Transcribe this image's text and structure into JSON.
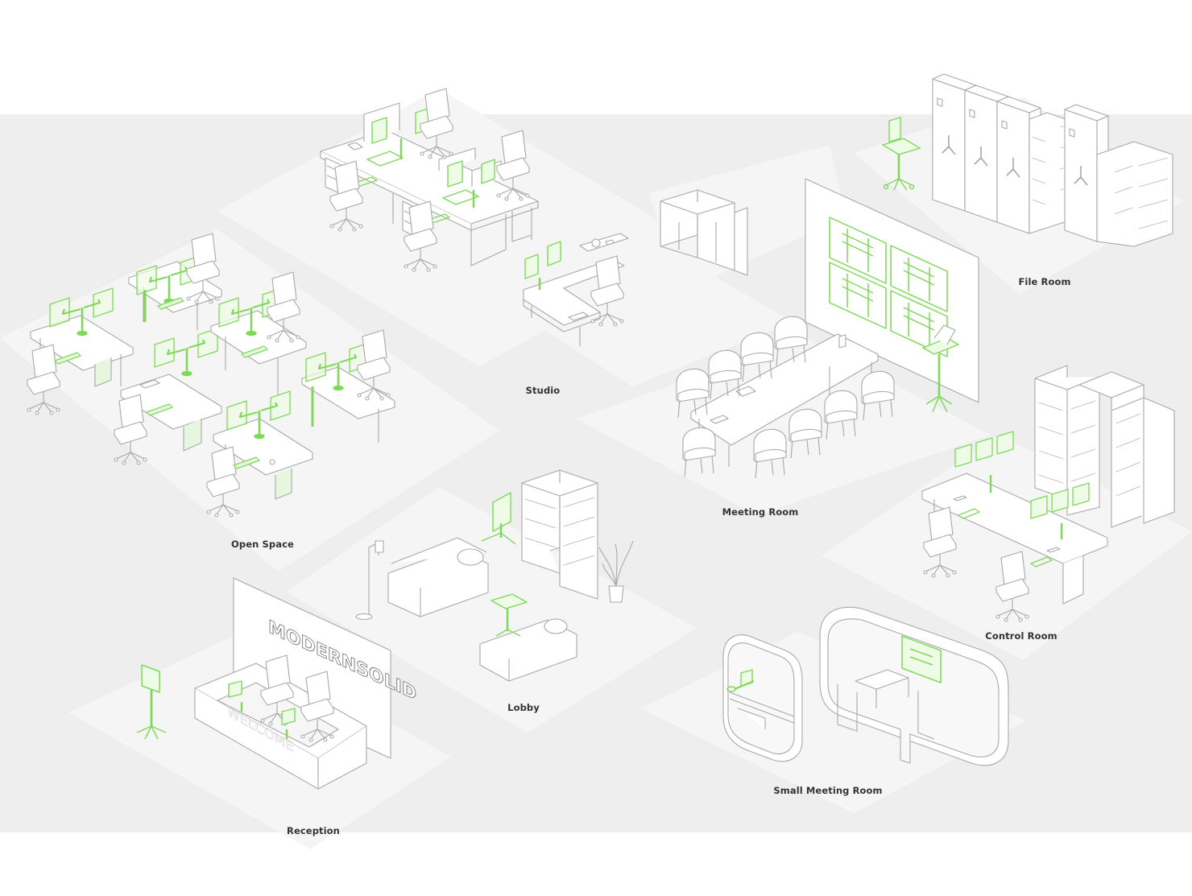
{
  "colors": {
    "background": "#ffffff",
    "floor": "#eeeeee",
    "platform": "#f5f5f5",
    "line": "#a8a8a8",
    "accent": "#7ed957",
    "label": "#333333"
  },
  "brand": {
    "wall_sign": "MODERNSOLID",
    "desk_text": "WELCOME"
  },
  "zones": {
    "studio": "Studio",
    "open_space": "Open Space",
    "file_room": "File Room",
    "meeting_room": "Meeting Room",
    "control_room": "Control Room",
    "lobby": "Lobby",
    "reception": "Reception",
    "small_meeting_room": "Small Meeting Room"
  },
  "icons": {
    "monitor_arm": "monitor-arm-icon",
    "chair": "office-chair-icon",
    "desk": "desk-icon",
    "cart": "mobile-cart-icon",
    "cabinet": "cabinet-icon",
    "tv_mount": "tv-wall-mount-icon",
    "plant": "potted-plant-icon",
    "lamp": "floor-lamp-icon"
  }
}
